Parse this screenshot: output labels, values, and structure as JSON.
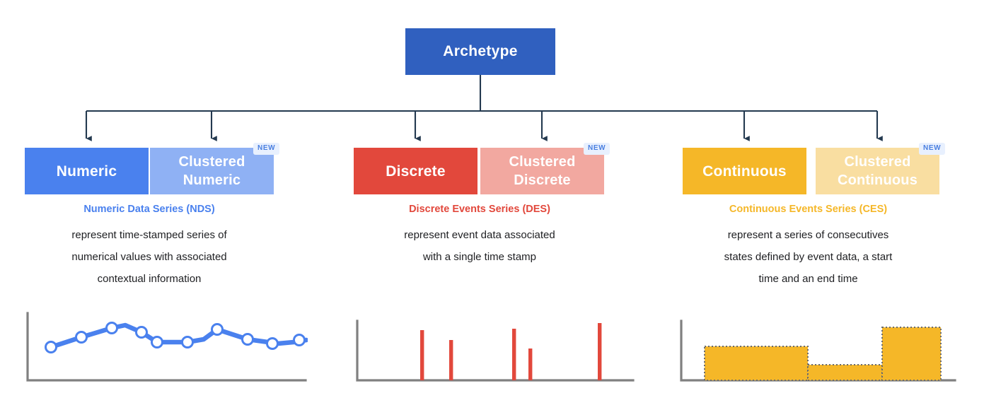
{
  "root": {
    "label": "Archetype"
  },
  "colors": {
    "root": "#3060bf",
    "numeric": "#4a81ee",
    "numeric_light": "#8fb1f4",
    "discrete": "#e2483c",
    "discrete_light": "#f2a8a0",
    "continuous": "#f5b728",
    "continuous_light": "#f9dea1",
    "badge_bg": "#e8f0fe",
    "badge_text": "#4a7fe0",
    "connector": "#23394f",
    "axis": "#808080",
    "body_text": "#202124"
  },
  "groups": [
    {
      "key": "numeric",
      "primary_label": "Numeric",
      "cluster_label": "Clustered\nNumeric",
      "cluster_label_lines": [
        "Clustered",
        "Numeric"
      ],
      "badge": "NEW",
      "caption_title": "Numeric Data Series (NDS)",
      "caption_title_color": "#4a81ee",
      "caption_lines": [
        "represent time-stamped series of",
        "numerical values with associated",
        "contextual information"
      ]
    },
    {
      "key": "discrete",
      "primary_label": "Discrete",
      "cluster_label": "Clustered\nDiscrete",
      "cluster_label_lines": [
        "Clustered",
        "Discrete"
      ],
      "badge": "NEW",
      "caption_title": "Discrete Events Series (DES)",
      "caption_title_color": "#e2483c",
      "caption_lines": [
        "represent event data associated",
        "with a single time stamp"
      ]
    },
    {
      "key": "continuous",
      "primary_label": "Continuous",
      "cluster_label": "Clustered\nContinuous",
      "cluster_label_lines": [
        "Clustered",
        "Continuous"
      ],
      "badge": "NEW",
      "caption_title": "Continuous Events Series (CES)",
      "caption_title_color": "#f5b728",
      "caption_lines": [
        "represent a series of consecutives",
        "states defined by event data, a start",
        "time and an end time"
      ]
    }
  ],
  "chart_data": [
    {
      "type": "line",
      "name": "numeric-data-series-sparkline",
      "title": "",
      "xlabel": "",
      "ylabel": "",
      "grid": false,
      "legend": "none",
      "color": "#4a81ee",
      "marker": "circle-open-white",
      "x": [
        0,
        1,
        2,
        3,
        4,
        5,
        6,
        7,
        8,
        9,
        10
      ],
      "values": [
        0.28,
        0.46,
        0.64,
        0.56,
        0.33,
        0.33,
        0.62,
        0.44,
        0.34,
        0.4,
        0.4
      ],
      "xlim": [
        0,
        10
      ],
      "ylim": [
        0,
        1
      ]
    },
    {
      "type": "bar",
      "name": "discrete-events-series-spikes",
      "title": "",
      "xlabel": "",
      "ylabel": "",
      "grid": false,
      "legend": "none",
      "color": "#e2483c",
      "categories": [
        "e1",
        "e2",
        "e3",
        "e4",
        "e5"
      ],
      "x": [
        0.26,
        0.38,
        0.64,
        0.72,
        0.94
      ],
      "values": [
        0.76,
        0.6,
        0.78,
        0.49,
        0.88
      ],
      "ylim": [
        0,
        1
      ]
    },
    {
      "type": "area",
      "name": "continuous-events-series-steps",
      "title": "",
      "xlabel": "",
      "ylabel": "",
      "grid": false,
      "legend": "none",
      "color": "#f5b728",
      "border": "dotted",
      "segments": [
        {
          "start": 0.1,
          "end": 0.47,
          "value": 0.53
        },
        {
          "start": 0.47,
          "end": 0.72,
          "value": 0.28
        },
        {
          "start": 0.72,
          "end": 0.99,
          "value": 0.8
        }
      ],
      "ylim": [
        0,
        1
      ]
    }
  ]
}
